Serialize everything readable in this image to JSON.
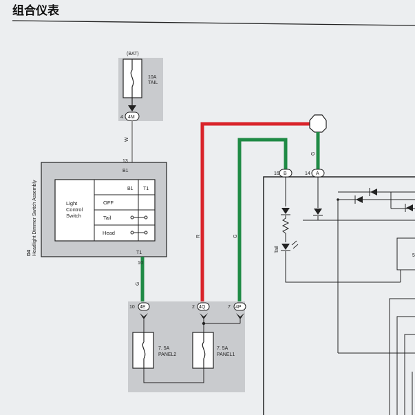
{
  "page": {
    "title": "组合仪表"
  },
  "bat_fuse": {
    "source": "(BAT)",
    "rating": "10A",
    "name": "TAIL"
  },
  "connectors": {
    "c4M": {
      "pin": "4",
      "id": "4M"
    },
    "c4E": {
      "pin": "10",
      "id": "4E"
    },
    "c4Q": {
      "pin": "2",
      "id": "4Q"
    },
    "c4P": {
      "pin": "7",
      "id": "4P"
    },
    "cB": {
      "pin": "16",
      "id": "B"
    },
    "cA": {
      "pin": "14",
      "id": "A"
    }
  },
  "wires": {
    "w_white": "W",
    "w_white_pin": "13",
    "w_green_t1": "G",
    "w_green_t1_pin": "10",
    "w_red": "R",
    "w_green_mid": "G",
    "w_green_right": "G"
  },
  "switch_assembly": {
    "code": "D4",
    "name": "Headlight Dimmer Switch Assembly",
    "terminal_top": "B1",
    "terminal_bottom": "T1",
    "label_line1": "Light",
    "label_line2": "Control",
    "label_line3": "Switch",
    "col_headers": [
      "B1",
      "T1"
    ],
    "positions": [
      "OFF",
      "Tail",
      "Head"
    ]
  },
  "panel_fuses": [
    {
      "rating": "7. 5A",
      "name": "PANEL2"
    },
    {
      "rating": "7. 5A",
      "name": "PANEL1"
    }
  ],
  "meter": {
    "tail_label": "Tail",
    "partial_label": "5"
  },
  "colors": {
    "red_wire": "#d9232a",
    "green_wire": "#1f8a45",
    "shade": "#c9cbce",
    "line": "#2a2a2a"
  }
}
